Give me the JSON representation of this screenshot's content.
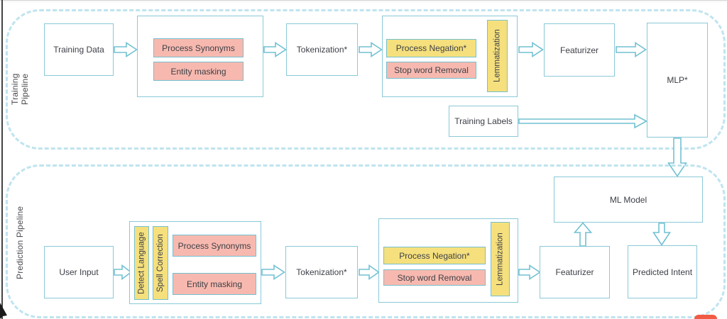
{
  "page": {
    "colors": {
      "accent_border": "#8ac9d7",
      "chip_border": "#74c0cf",
      "container_dash": "#bfe4ef",
      "pink_fill": "#f7b9af",
      "yellow_fill": "#f5e07d",
      "red_tab": "#f15b44",
      "text": "#3d3f47"
    }
  },
  "training_pipeline": {
    "label": "Training Pipeline",
    "nodes": {
      "training_data": "Training Data",
      "process_synonyms": "Process Synonyms",
      "entity_masking": "Entity masking",
      "tokenization": "Tokenization*",
      "process_negation": "Process Negation*",
      "stop_word_removal": "Stop word Removal",
      "lemmatization": "Lemmatization",
      "featurizer": "Featurizer",
      "mlp": "MLP*",
      "training_labels": "Training Labels"
    }
  },
  "prediction_pipeline": {
    "label": "Prediction Pipeline",
    "nodes": {
      "user_input": "User Input",
      "detect_language": "Detect Language",
      "spell_correction": "Spell Correction",
      "process_synonyms": "Process Synonyms",
      "entity_masking": "Entity masking",
      "tokenization": "Tokenization*",
      "process_negation": "Process Negation*",
      "stop_word_removal": "Stop word Removal",
      "lemmatization": "Lemmatization",
      "featurizer": "Featurizer",
      "ml_model": "ML Model",
      "predicted_intent": "Predicted Intent"
    }
  }
}
